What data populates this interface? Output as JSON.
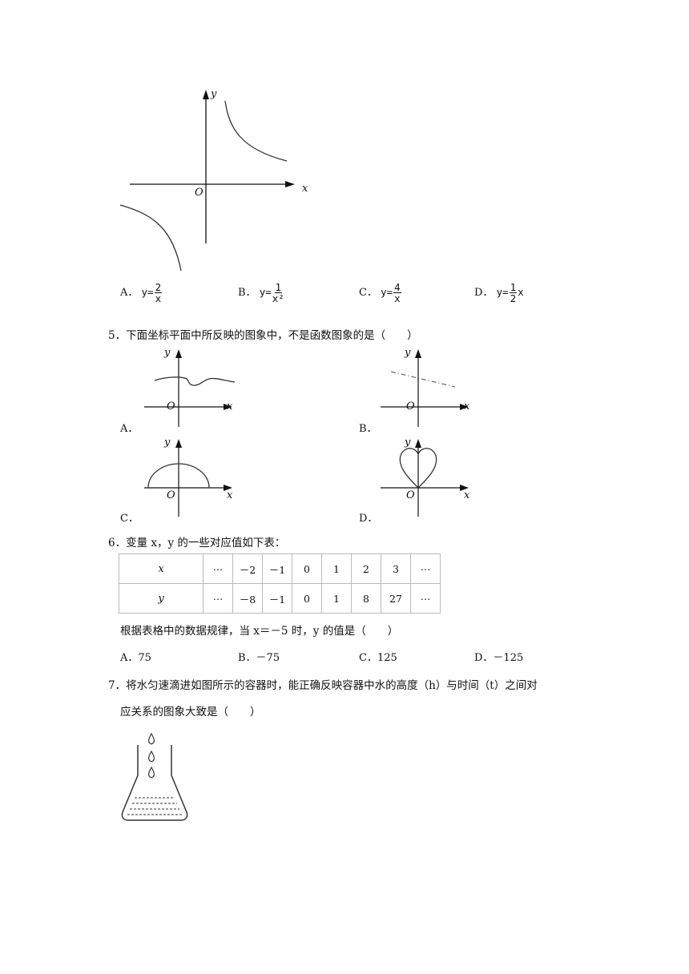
{
  "q4": {
    "graph_labels": {
      "y": "y",
      "x": "x",
      "origin": "O"
    },
    "options": {
      "A": {
        "label": "A．",
        "prefix": "y=",
        "num": "2",
        "den": "x"
      },
      "B": {
        "label": "B．",
        "prefix": "y=",
        "num": "1",
        "den": "x²"
      },
      "C": {
        "label": "C．",
        "prefix": "y=",
        "num": "4",
        "den": "x"
      },
      "D": {
        "label": "D．",
        "prefix": "y=",
        "num": "1",
        "den": "2",
        "suffix": "x"
      }
    }
  },
  "q5": {
    "stem": "5．下面坐标平面中所反映的图象中，不是函数图象的是（　　）",
    "labels": {
      "y": "y",
      "x": "x",
      "origin": "O"
    },
    "options": {
      "A": "A．",
      "B": "B．",
      "C": "C．",
      "D": "D．"
    }
  },
  "q6": {
    "stem": "6．变量 x，y 的一些对应值如下表：",
    "table": {
      "rows": [
        [
          "x",
          "⋯",
          "－2",
          "－1",
          "0",
          "1",
          "2",
          "3",
          "⋯"
        ],
        [
          "y",
          "⋯",
          "－8",
          "－1",
          "0",
          "1",
          "8",
          "27",
          "⋯"
        ]
      ]
    },
    "question": "根据表格中的数据规律，当 x＝－5 时，y 的值是（　　）",
    "options": {
      "A": "A．75",
      "B": "B．－75",
      "C": "C．125",
      "D": "D．－125"
    }
  },
  "q7": {
    "stem_line1": "7．将水匀速滴进如图所示的容器时，能正确反映容器中水的高度（h）与时间（t）之间对",
    "stem_line2": "应关系的图象大致是（　　）"
  }
}
